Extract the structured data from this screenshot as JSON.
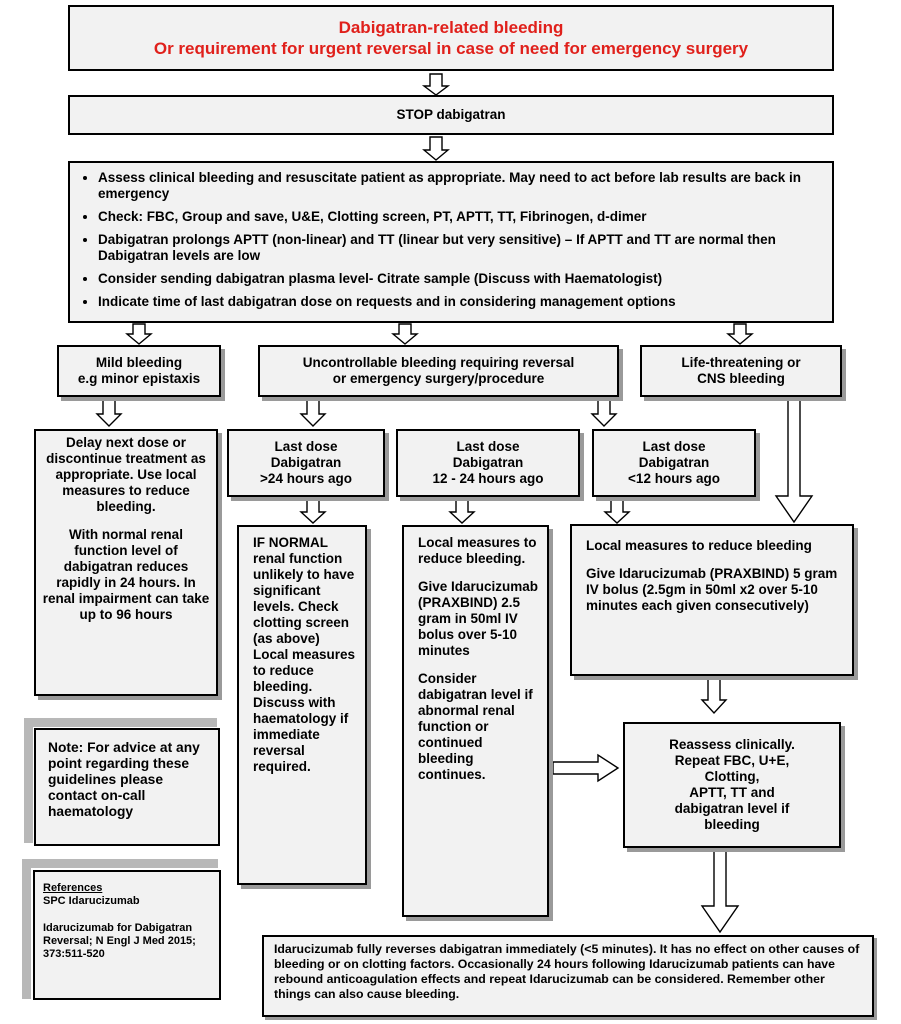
{
  "header": {
    "line1": "Dabigatran-related bleeding",
    "line2": "Or requirement for urgent reversal in case of need for emergency surgery"
  },
  "stop": "STOP dabigatran",
  "assess": [
    "Assess clinical bleeding and resuscitate patient as appropriate. May need to act before lab results are back in emergency",
    "Check:  FBC, Group and save, U&E, Clotting screen, PT, APTT, TT, Fibrinogen, d-dimer",
    "Dabigatran prolongs APTT (non-linear) and TT (linear but very sensitive) – If APTT and TT are normal then Dabigatran levels are low",
    "Consider sending dabigatran plasma level- Citrate sample (Discuss with Haematologist)",
    "Indicate time of last dabigatran dose on requests and in considering management options"
  ],
  "mild": {
    "line1": "Mild bleeding",
    "line2": "e.g minor epistaxis"
  },
  "uncontrollable": {
    "line1": "Uncontrollable bleeding requiring reversal",
    "line2": "or emergency surgery/procedure"
  },
  "life": {
    "line1": "Life-threatening or",
    "line2": "CNS bleeding"
  },
  "delay": {
    "p1": "Delay next dose or discontinue treatment as appropriate. Use local measures to reduce bleeding.",
    "p2": "With normal renal function level of dabigatran reduces rapidly in 24 hours. In renal impairment can take up to 96 hours"
  },
  "last24": {
    "line1": "Last dose",
    "line2": "Dabigatran",
    "line3": ">24 hours ago"
  },
  "last12_24": {
    "line1": "Last dose",
    "line2": "Dabigatran",
    "line3": "12 - 24 hours ago"
  },
  "last12": {
    "line1": "Last dose",
    "line2": "Dabigatran",
    "line3": "<12  hours ago"
  },
  "ifnormal": "IF NORMAL renal function unlikely to have significant levels. Check clotting screen (as above) Local measures to reduce bleeding. Discuss with haematology if immediate reversal required.",
  "local_mid": {
    "p1": "Local measures to reduce bleeding.",
    "p2": "Give Idarucizumab (PRAXBIND) 2.5 gram in 50ml IV bolus over 5-10 minutes",
    "p3": "Consider dabigatran level if abnormal renal function or continued bleeding continues."
  },
  "local_right": {
    "p1": "Local measures to reduce bleeding",
    "p2": "Give Idarucizumab (PRAXBIND) 5 gram IV  bolus (2.5gm in 50ml x2 over 5-10 minutes each given consecutively)"
  },
  "note": "Note: For advice at any point regarding these guidelines please contact on-call haematology",
  "reassess": {
    "line1": "Reassess clinically.",
    "line2": "Repeat FBC, U+E,",
    "line3": "Clotting,",
    "line4": "APTT, TT and",
    "line5": "dabigatran level if",
    "line6": "bleeding"
  },
  "references": {
    "heading": "References",
    "ref1": "SPC Idarucizumab",
    "ref2": "Idarucizumab for Dabigatran Reversal; N Engl J Med 2015; 373:511-520"
  },
  "footer": "Idarucizumab fully reverses dabigatran immediately (<5 minutes).  It has no effect on other causes of bleeding or on clotting factors.   Occasionally 24 hours following Idarucizumab patients can have rebound anticoagulation effects and repeat Idarucizumab can be considered. Remember other things can also cause bleeding."
}
